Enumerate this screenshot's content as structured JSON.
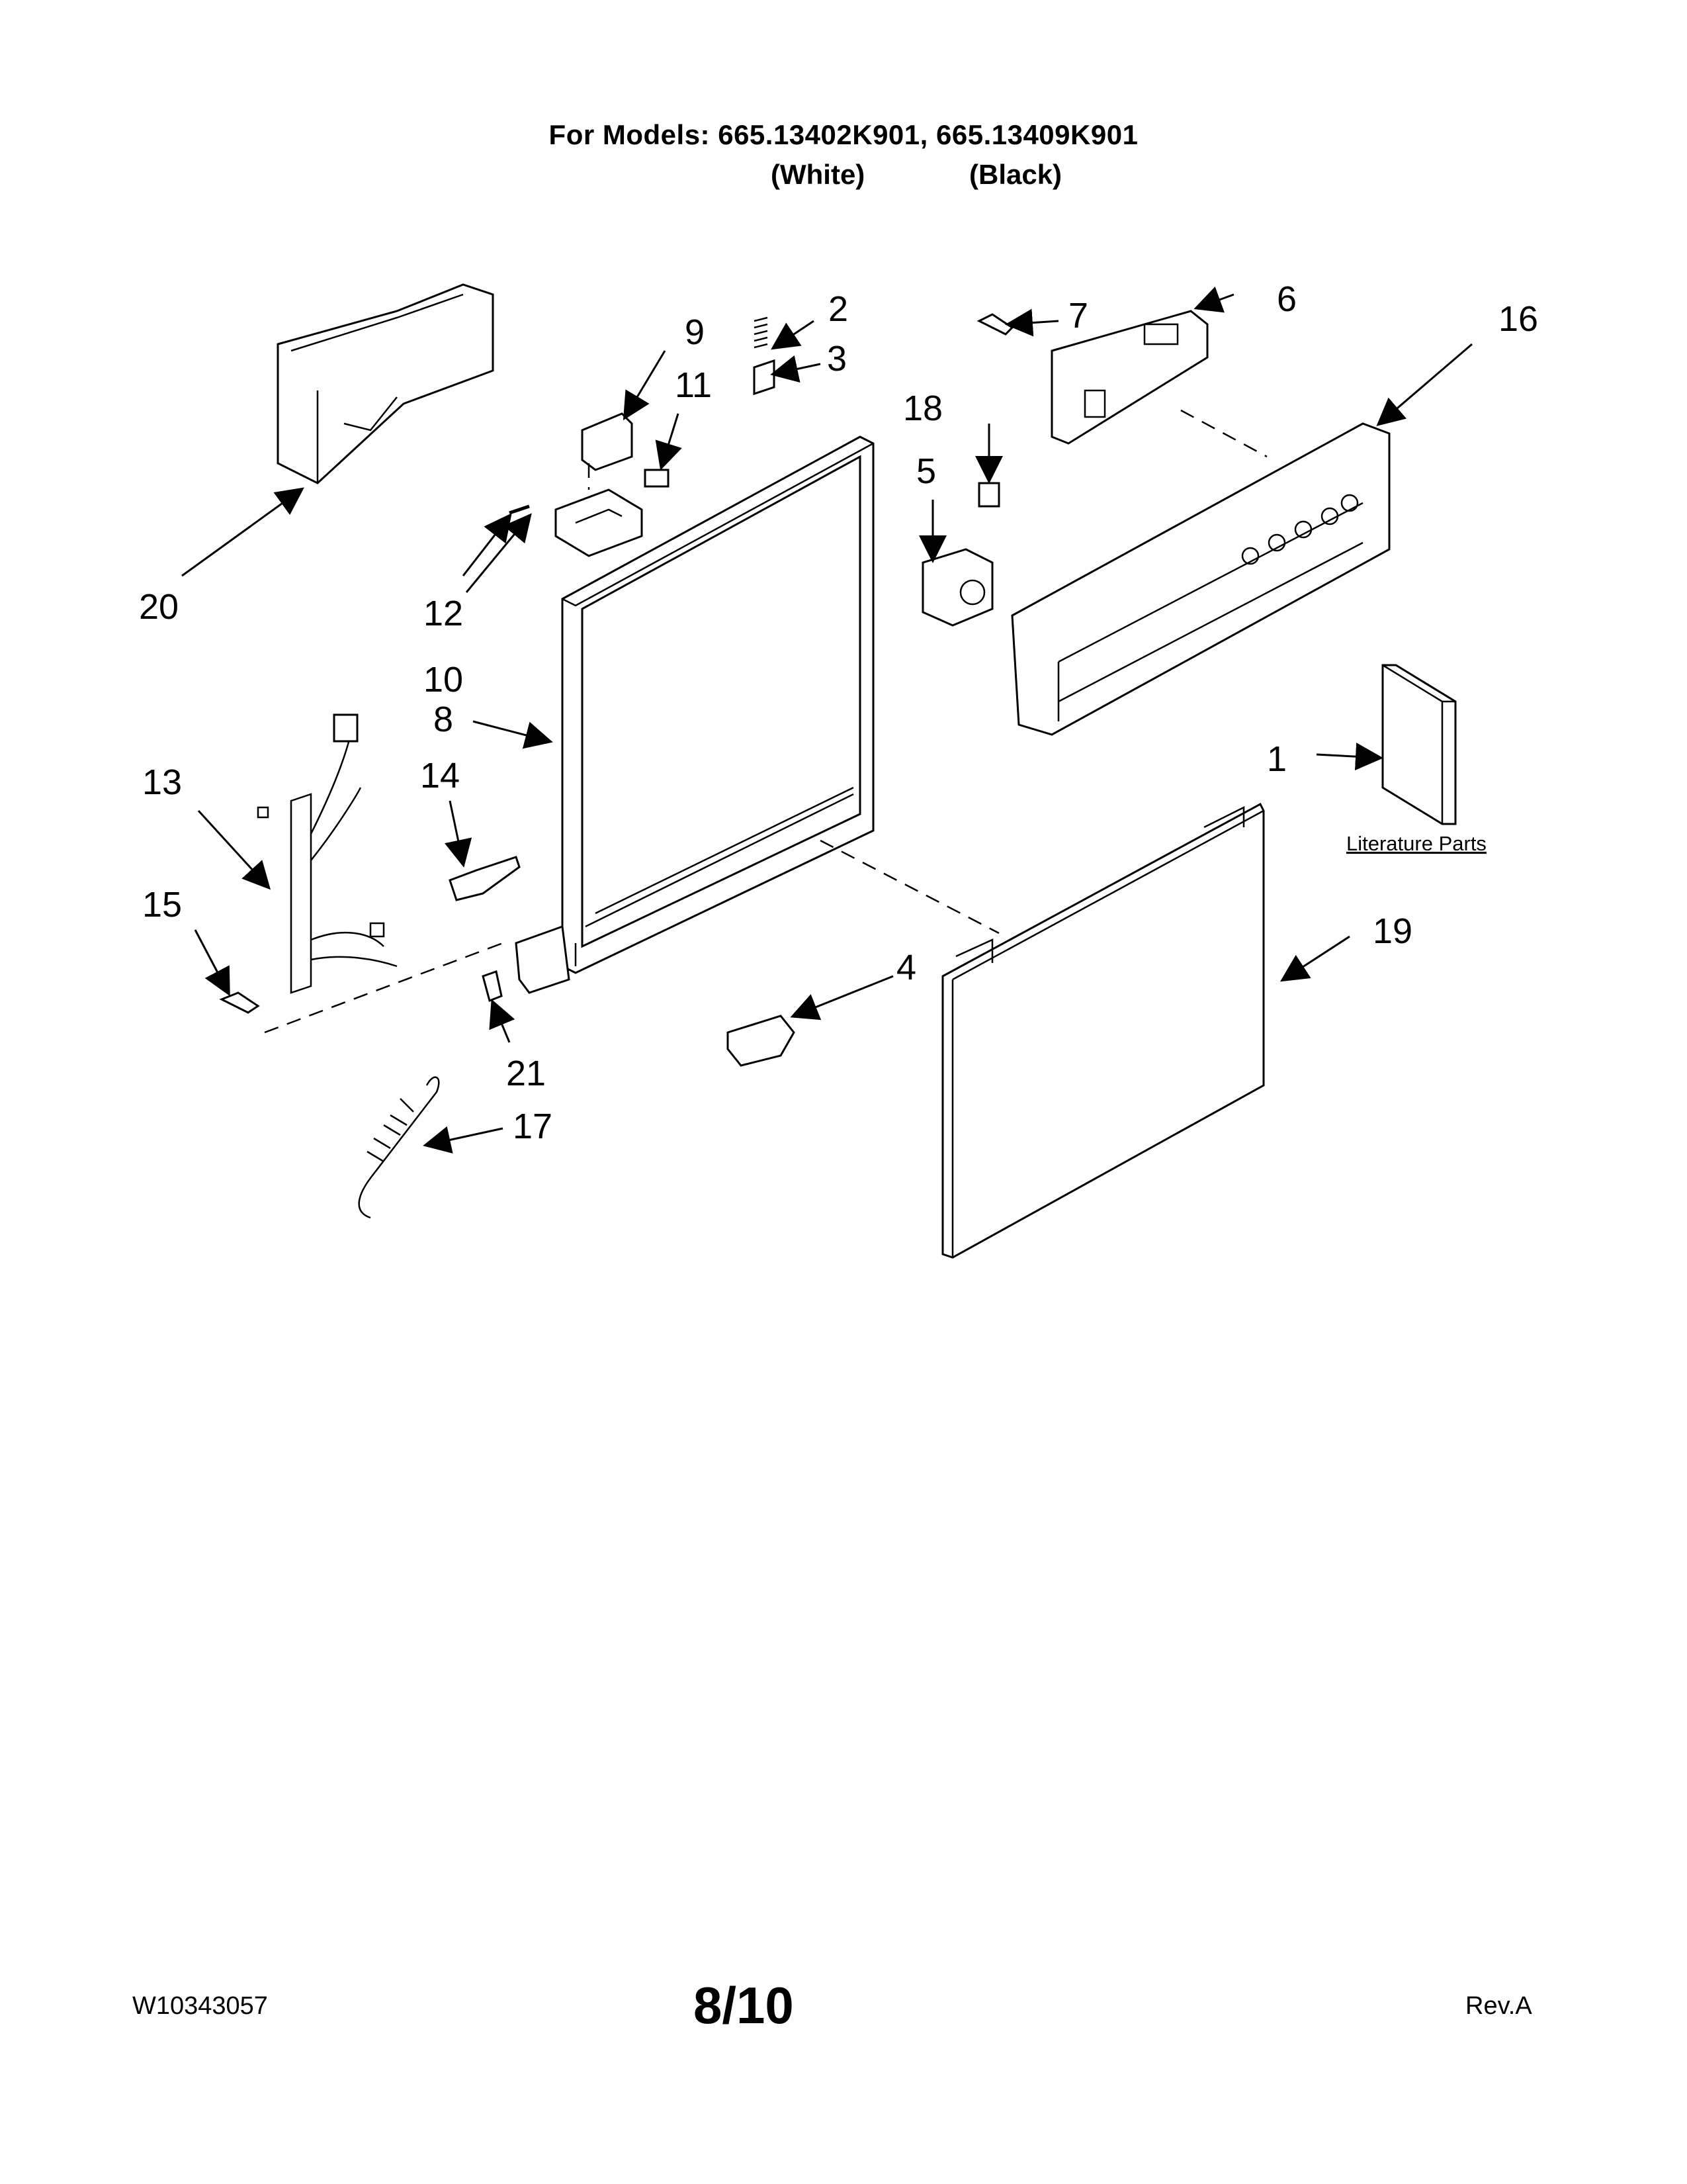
{
  "header": {
    "models_line": "For Models: 665.13402K901, 665.13409K901",
    "color_white": "(White)",
    "color_black": "(Black)"
  },
  "callouts": {
    "c1": "1",
    "c2": "2",
    "c3": "3",
    "c4": "4",
    "c5": "5",
    "c6": "6",
    "c7": "7",
    "c8": "8",
    "c9": "9",
    "c10": "10",
    "c11": "11",
    "c12": "12",
    "c13": "13",
    "c14": "14",
    "c15": "15",
    "c16": "16",
    "c17": "17",
    "c18": "18",
    "c19": "19",
    "c20": "20",
    "c21": "21"
  },
  "literature_label": "Literature Parts",
  "footer": {
    "doc_number": "W10343057",
    "page": "8/10",
    "revision": "Rev.A"
  }
}
